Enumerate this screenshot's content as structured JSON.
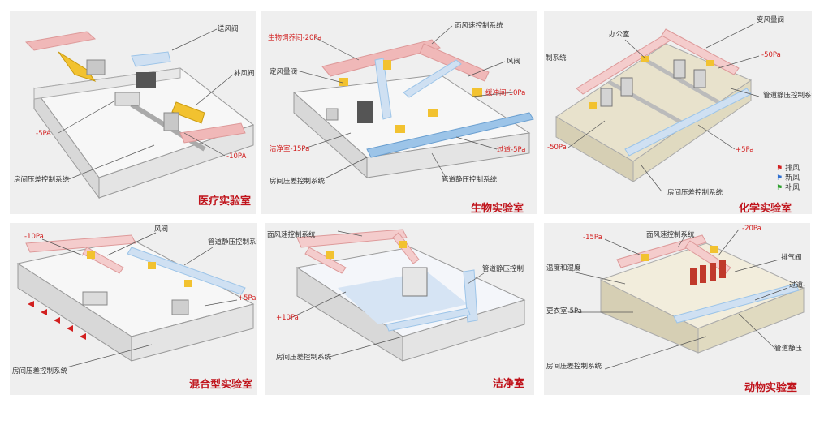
{
  "colors": {
    "title": "#c0141c",
    "callout_red": "#d22020",
    "callout_dark": "#333333",
    "duct_pink": "#f0b8b8",
    "duct_blue": "#9cc4e8",
    "valve_yellow": "#f2c230",
    "panel_bg": "#efefef"
  },
  "panels": [
    {
      "id": "medical",
      "title": "医疗实验室",
      "callouts": [
        "送风阀",
        "补风阀",
        "-5PA",
        "-10PA",
        "房间压差控制系统"
      ]
    },
    {
      "id": "bio",
      "title": "生物实验室",
      "callouts": [
        "面风速控制系统",
        "生物饲养间-20Pa",
        "风阀",
        "定风量阀",
        "缓冲间-10Pa",
        "洁净室-15Pa",
        "过道-5Pa",
        "房间压差控制系统",
        "管道静压控制系统"
      ]
    },
    {
      "id": "chem",
      "title": "化学实验室",
      "callouts": [
        "变风量阀",
        "办公室",
        "制系统",
        "-50Pa",
        "管道静压控制系统",
        "-50Pa",
        "+5Pa",
        "房间压差控制系统"
      ],
      "legend": [
        {
          "label": "排风",
          "icon": "flag-red-icon",
          "color": "#d22020"
        },
        {
          "label": "新风",
          "icon": "flag-blue-icon",
          "color": "#2f6fd0"
        },
        {
          "label": "补风",
          "icon": "flag-green-icon",
          "color": "#2ea02e"
        }
      ]
    },
    {
      "id": "mixed",
      "title": "混合型实验室",
      "callouts": [
        "-10Pa",
        "风阀",
        "管道静压控制系统",
        "+5Pa",
        "房间压差控制系统"
      ]
    },
    {
      "id": "clean",
      "title": "洁净室",
      "callouts": [
        "面风速控制系统",
        "管道静压控制",
        "+10Pa",
        "房间压差控制系统"
      ]
    },
    {
      "id": "animal",
      "title": "动物实验室",
      "callouts": [
        "-20Pa",
        "-15Pa",
        "面风速控制系统",
        "排气阀",
        "温度和湿度",
        "过道-",
        "更衣室-5Pa",
        "管道静压",
        "房间压差控制系统"
      ]
    }
  ]
}
